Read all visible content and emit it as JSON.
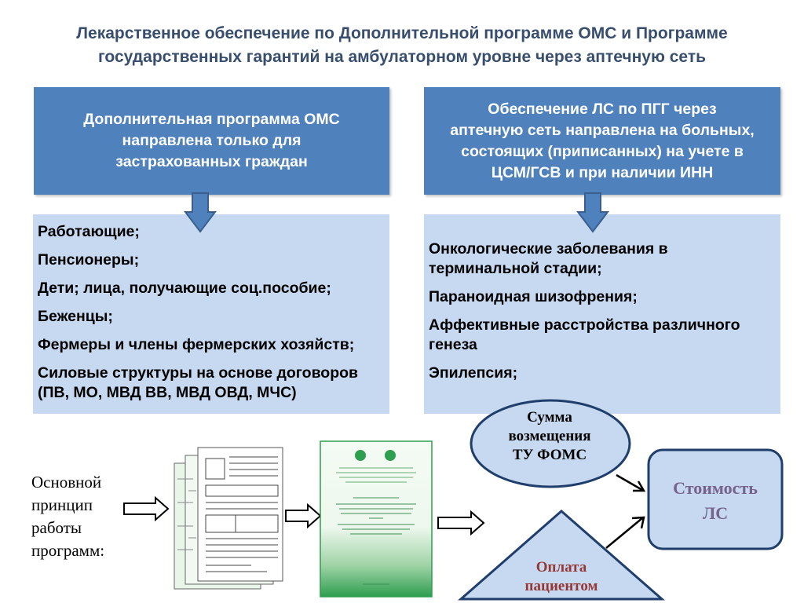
{
  "title": {
    "line1": "Лекарственное обеспечение по Дополнительной программе ОМС и Программе",
    "line2": "государственных гарантий на амбулаторном уровне через аптечную сеть"
  },
  "left_header": {
    "lines": [
      "Дополнительная программа ОМС",
      "направлена только для",
      "застрахованных граждан"
    ]
  },
  "right_header": {
    "lines": [
      "Обеспечение ЛС по ПГГ через",
      "аптечную сеть направлена на больных,",
      "состоящих (приписанных) на учете в",
      "ЦСМ/ГСВ и при наличии ИНН"
    ]
  },
  "left_list": {
    "items": [
      "Работающие;",
      "Пенсионеры;",
      "Дети; лица, получающие соц.пособие;",
      "Беженцы;",
      "Фермеры и члены фермерских хозяйств;",
      "Силовые структуры на основе договоров",
      "(ПВ, МО, МВД ВВ, МВД ОВД, МЧС)"
    ]
  },
  "right_list": {
    "items": [
      "Онкологические заболевания в",
      "терминальной стадии;",
      "Параноидная шизофрения;",
      "Аффективные расстройства различного",
      "генеза",
      "Эпилепсия;"
    ]
  },
  "principle": {
    "lines": [
      "Основной",
      "принцип",
      "работы",
      "программ:"
    ]
  },
  "reimbursement": {
    "lines": [
      "Сумма",
      "возмещения",
      "ТУ ФОМС"
    ]
  },
  "cost": {
    "lines": [
      "Стоимость",
      "ЛС"
    ]
  },
  "patient_payment": {
    "lines": [
      "Оплата",
      "пациентом"
    ]
  },
  "colors": {
    "header_blue": "#4f81bd",
    "list_light_blue": "#c6d9f1",
    "title_text": "#374e6e",
    "cost_text": "#76628b",
    "payment_text": "#953735",
    "booklet_green": "#2e9e4f"
  }
}
